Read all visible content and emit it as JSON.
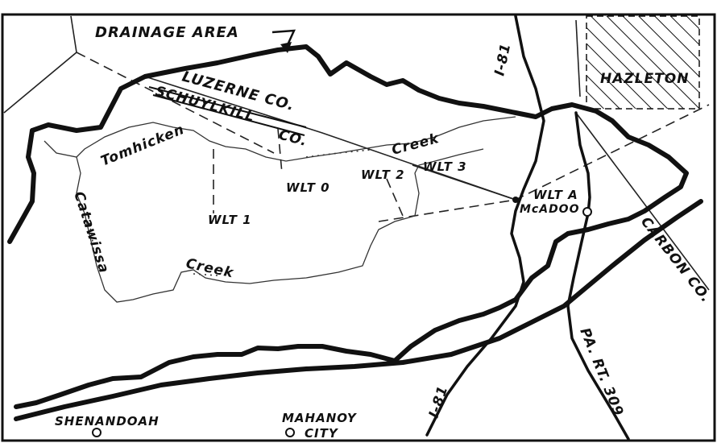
{
  "labels": {
    "drainage_area": "DRAINAGE AREA",
    "luzerne": "LUZERNE CO.",
    "schuylkill": "SCHUYLKILL",
    "schuylkill_co": "CO.",
    "hazleton": "HAZLETON",
    "tomhicken": "Tomhicken",
    "creek_top": "Creek",
    "catawissa": "Catawissa",
    "creek_bottom": "Creek",
    "carbon": "CARBON CO.",
    "i81_top": "I-81",
    "i81_bottom": "I-81",
    "pa_rt": "PA. RT. 309",
    "wlt0": "WLT 0",
    "wlt1": "WLT 1",
    "wlt2": "WLT 2",
    "wlt3": "WLT 3",
    "wlta": "WLT A",
    "mcadoo": "McADOO",
    "shenandoah": "SHENANDOAH",
    "mahanoy1": "MAHANOY",
    "mahanoy2": "CITY"
  }
}
